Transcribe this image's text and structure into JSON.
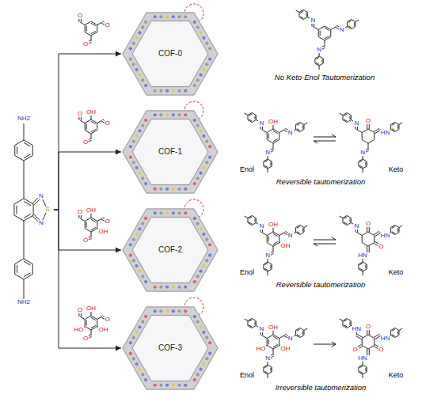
{
  "diagram": {
    "nodes": [
      {
        "text": [
          "NH2",
          "N",
          "S",
          "N",
          "NH2"
        ]
      },
      {
        "text": [
          "COF-0"
        ]
      },
      {
        "text": [
          "COF-1"
        ]
      },
      {
        "text": [
          "COF-2"
        ]
      },
      {
        "text": [
          "COF-3"
        ]
      }
    ],
    "edges": [
      {
        "from": 0,
        "to": 1,
        "arrow": "to"
      },
      {
        "from": 0,
        "to": 2,
        "arrow": "to"
      },
      {
        "from": 0,
        "to": 3,
        "arrow": "to"
      },
      {
        "from": 0,
        "to": 4,
        "arrow": "to"
      }
    ],
    "labels": [
      "O",
      "O",
      "O",
      "OH",
      "O",
      "O",
      "O",
      "OH",
      "O",
      "OH",
      "O",
      "O",
      "OH",
      "O",
      "OH",
      "O",
      "HO",
      "O",
      "N",
      "N",
      "N",
      "No Keto-Enol Tautomerization",
      "OH",
      "N",
      "N",
      "N",
      "O",
      "HN",
      "N",
      "N",
      "Enol",
      "Keto",
      "Reversible tautomerization",
      "OH",
      "N",
      "OH",
      "N",
      "N",
      "O",
      "HN",
      "O",
      "HN",
      "N",
      "Enol",
      "Keto",
      "Reversible tautomerization",
      "OH",
      "N",
      "OH",
      "N",
      "HO",
      "N",
      "O",
      "HN",
      "O",
      "HN",
      "O",
      "HN",
      "Enol",
      "Keto",
      "Irreversible tautomerization"
    ]
  }
}
